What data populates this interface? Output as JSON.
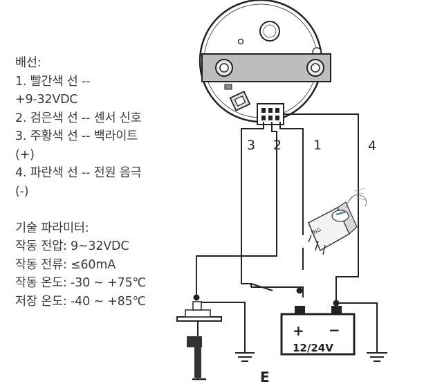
{
  "wiring": {
    "title": "배선:",
    "lines": [
      "1. 빨간색 선 --",
      "+9-32VDC",
      "2. 검은색 선 -- 센서 신호",
      "3. 주황색 선 -- 백라이트",
      "(+)",
      "4. 파란색 선 -- 전원 음극",
      "(-)"
    ]
  },
  "parameters": {
    "title": "기술 파라미터:",
    "lines": [
      "작동 전압: 9~32VDC",
      "작동 전류: ≤60mA",
      "작동 온도: -30 ~ +75℃",
      "저장 온도: -40 ~ +85℃"
    ]
  },
  "diagram": {
    "wire_labels": [
      "3",
      "2",
      "1",
      "4"
    ],
    "battery_label": "12/24V",
    "battery_plus": "+",
    "battery_minus": "−",
    "ground_label": "E",
    "ignition_label": "ING"
  }
}
